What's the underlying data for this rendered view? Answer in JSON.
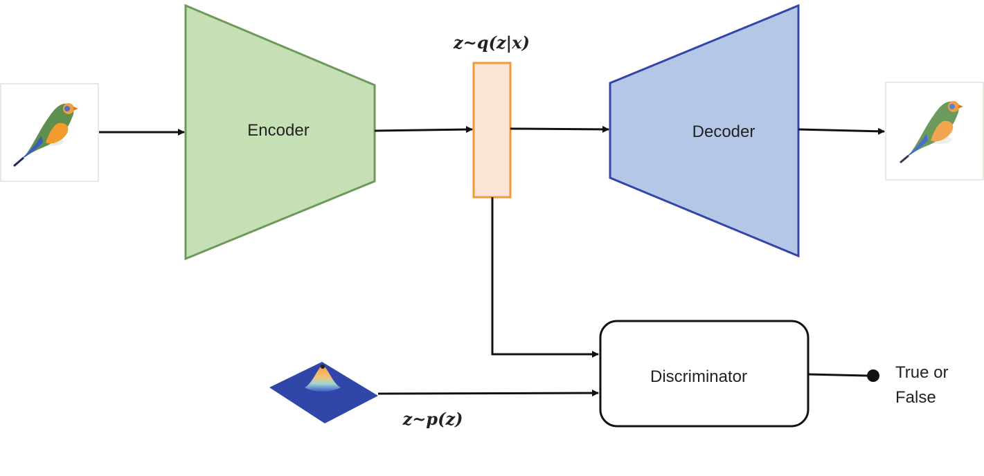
{
  "nodes": {
    "encoder": {
      "label": "Encoder",
      "color": "#c5e0b4",
      "stroke": "#6d9a5a"
    },
    "latent": {
      "label": "z~q(z|x)",
      "color": "#fbe5d6",
      "stroke": "#ef9a3a"
    },
    "decoder": {
      "label": "Decoder",
      "color": "#b4c7e7",
      "stroke": "#3345a8"
    },
    "discriminator": {
      "label": "Discriminator",
      "stroke": "#111111"
    },
    "prior": {
      "label": "z~p(z)"
    },
    "output": {
      "line1": "True or",
      "line2": "False"
    }
  },
  "icons": {
    "input_image": "bird-icon",
    "output_image": "bird-icon",
    "prior_distribution": "gaussian-surface-icon"
  }
}
